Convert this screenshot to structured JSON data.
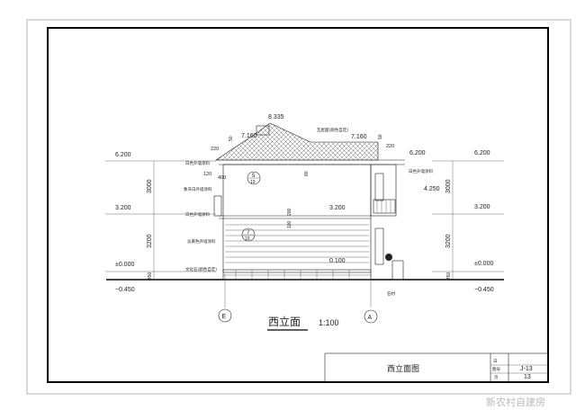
{
  "drawing": {
    "title": "西立面",
    "scale": "1:100",
    "axes": [
      "E",
      "A"
    ],
    "levels": {
      "ridge": "8.335",
      "roof_left": "7.160",
      "roof_right": "7.160",
      "eave": "6.200",
      "balcony": "4.250",
      "floor2": "3.200",
      "sill": "0.100",
      "ground_floor": "±0.000",
      "outdoor": "−0.450"
    },
    "dimensions": {
      "upper": "3000",
      "lower": "3200",
      "plinth": "450",
      "d220_left": "220",
      "d50_left": "50",
      "d220_right": "220",
      "d50_right": "50",
      "d120": "120",
      "d400": "400",
      "d80": "80",
      "d200": "200",
      "d100": "100"
    },
    "notes": {
      "roof": "瓦屋面(颜色自定)",
      "white_paint_1": "白色外墙涂料",
      "ivory_paint": "象牙白外墙涂料",
      "white_paint_2": "白色外墙涂料",
      "yellow_paint": "淡黄色外墙涂料",
      "culture_stone": "文化石(颜色自定)",
      "white_paint_right": "白色外墙涂料",
      "stone": "石材"
    },
    "details": [
      {
        "num": "5",
        "sheet": "19"
      },
      {
        "num": "7",
        "sheet": "19"
      }
    ]
  },
  "title_block": {
    "drawing_name": "西立面图",
    "label_1": "日",
    "label_2": "图号",
    "label_3": "页",
    "drawing_no": "J-13",
    "page": "13"
  },
  "watermark": "新农村自建房"
}
